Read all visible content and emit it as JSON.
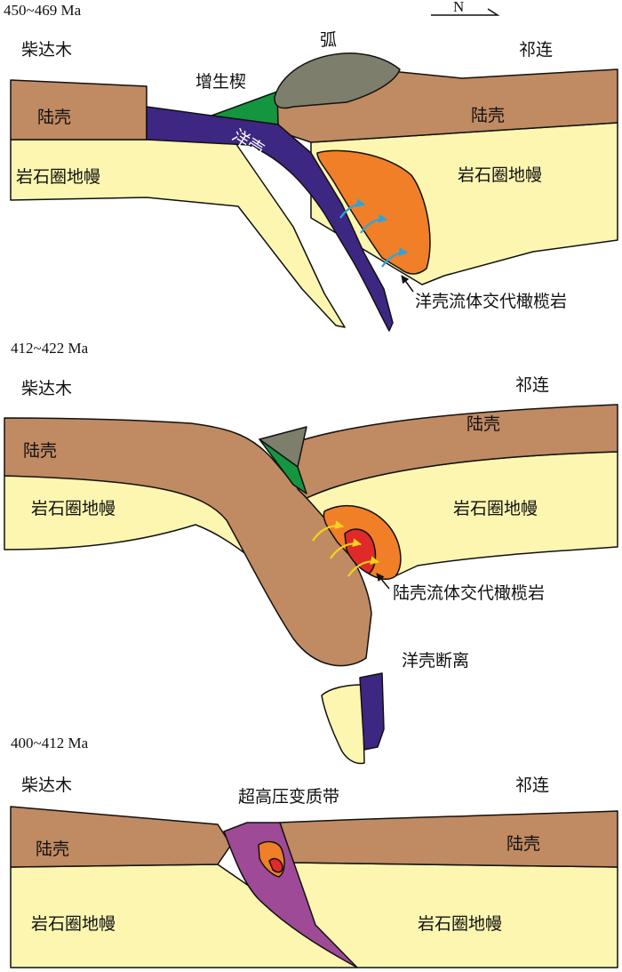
{
  "colors": {
    "continental_crust": "#C08A63",
    "lithospheric_mantle": "#FCF6B0",
    "oceanic_crust": "#3E2783",
    "arc": "#7E7E6C",
    "accretionary_wedge": "#13963F",
    "metasomatized_peridotite": "#F07F28",
    "inner_melt": "#E02A2A",
    "uhp_belt": "#9E4A96",
    "fluid_arrow_blue": "#2AA4DE",
    "fluid_arrow_yellow": "#F6D21C"
  },
  "north_arrow": {
    "label": "N"
  },
  "panel1": {
    "age": "450~469 Ma",
    "left_block": "柴达木",
    "right_block": "祁连",
    "arc": "弧",
    "accretionary_wedge": "增生楔",
    "crust_left": "陆壳",
    "crust_right": "陆壳",
    "oceanic_crust": "洋壳",
    "mantle_left": "岩石圈地幔",
    "mantle_right": "岩石圈地幔",
    "peridotite_note": "洋壳流体交代橄榄岩",
    "fluid_arrow_icon": "curved-arrow-icon"
  },
  "panel2": {
    "age": "412~422 Ma",
    "left_block": "柴达木",
    "right_block": "祁连",
    "crust_left": "陆壳",
    "crust_right": "陆壳",
    "mantle_left": "岩石圈地幔",
    "mantle_right": "岩石圈地幔",
    "peridotite_note": "陆壳流体交代橄榄岩",
    "slab_breakoff": "洋壳断离",
    "fluid_arrow_icon": "curved-arrow-icon"
  },
  "panel3": {
    "age": "400~412 Ma",
    "left_block": "柴达木",
    "right_block": "祁连",
    "uhp_belt": "超高压变质带",
    "crust_left": "陆壳",
    "crust_right": "陆壳",
    "mantle_left": "岩石圈地幔",
    "mantle_right": "岩石圈地幔"
  }
}
